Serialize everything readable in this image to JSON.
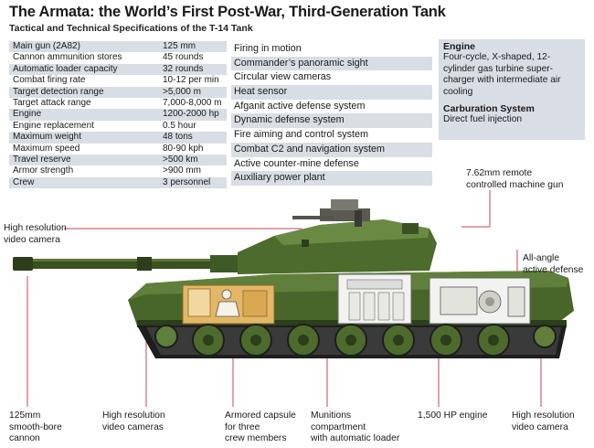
{
  "title": "The Armata: the World’s First Post-War, Third-Generation Tank",
  "subtitle": "Tactical and Technical Specifications of the T-14 Tank",
  "specs": [
    {
      "label": "Main gun (2A82)",
      "value": "125 mm"
    },
    {
      "label": "Cannon ammunition stores",
      "value": "45 rounds"
    },
    {
      "label": "Automatic loader capacity",
      "value": "32 rounds"
    },
    {
      "label": "Combat firing rate",
      "value": "10-12 per min"
    },
    {
      "label": "Target detection range",
      "value": ">5,000 m"
    },
    {
      "label": "Target attack range",
      "value": "7,000-8,000 m"
    },
    {
      "label": "Engine",
      "value": "1200-2000 hp"
    },
    {
      "label": "Engine replacement",
      "value": "0.5 hour"
    },
    {
      "label": "Maximum weight",
      "value": "48 tons"
    },
    {
      "label": "Maximum speed",
      "value": "80-90 kph"
    },
    {
      "label": "Travel reserve",
      "value": ">500 km"
    },
    {
      "label": "Armor strength",
      "value": ">900 mm"
    },
    {
      "label": "Crew",
      "value": "3 personnel"
    }
  ],
  "features": [
    "Firing in motion",
    "Commander’s panoramic sight",
    "Circular view cameras",
    "Heat sensor",
    "Afganit active defense system",
    "Dynamic defense system",
    "Fire aiming and control system",
    "Combat C2 and navigation system",
    "Active counter-mine defense",
    "Auxiliary power plant"
  ],
  "engine_box": {
    "engine_heading": "Engine",
    "engine_text": "Four-cycle, X-shaped, 12-cylinder gas turbine super-charger with intermediate air cooling",
    "carb_heading": "Carburation System",
    "carb_text": "Direct fuel injection"
  },
  "callouts": {
    "machine_gun_1": "7.62mm remote",
    "machine_gun_2": "controlled machine gun",
    "video_camera_top_1": "High resolution",
    "video_camera_top_2": "video camera",
    "active_defense_1": "All-angle",
    "active_defense_2": "active defense",
    "cannon_1": "125mm",
    "cannon_2": "smooth-bore",
    "cannon_3": "cannon",
    "video_cameras_1": "High resolution",
    "video_cameras_2": "video cameras",
    "capsule_1": "Armored capsule",
    "capsule_2": "for three",
    "capsule_3": "crew members",
    "munitions_1": "Munitions",
    "munitions_2": "compartment",
    "munitions_3": "with automatic loader",
    "engine_hp": "1,500 HP engine",
    "video_camera_rear_1": "High resolution",
    "video_camera_rear_2": "video camera"
  },
  "colors": {
    "hull_green": "#48652a",
    "hull_dark": "#2c3e1c",
    "leader_line": "#c0455a",
    "table_band": "#d9dde4",
    "compartment": "#f2f2f0",
    "crew_capsule": "#e3b766"
  }
}
